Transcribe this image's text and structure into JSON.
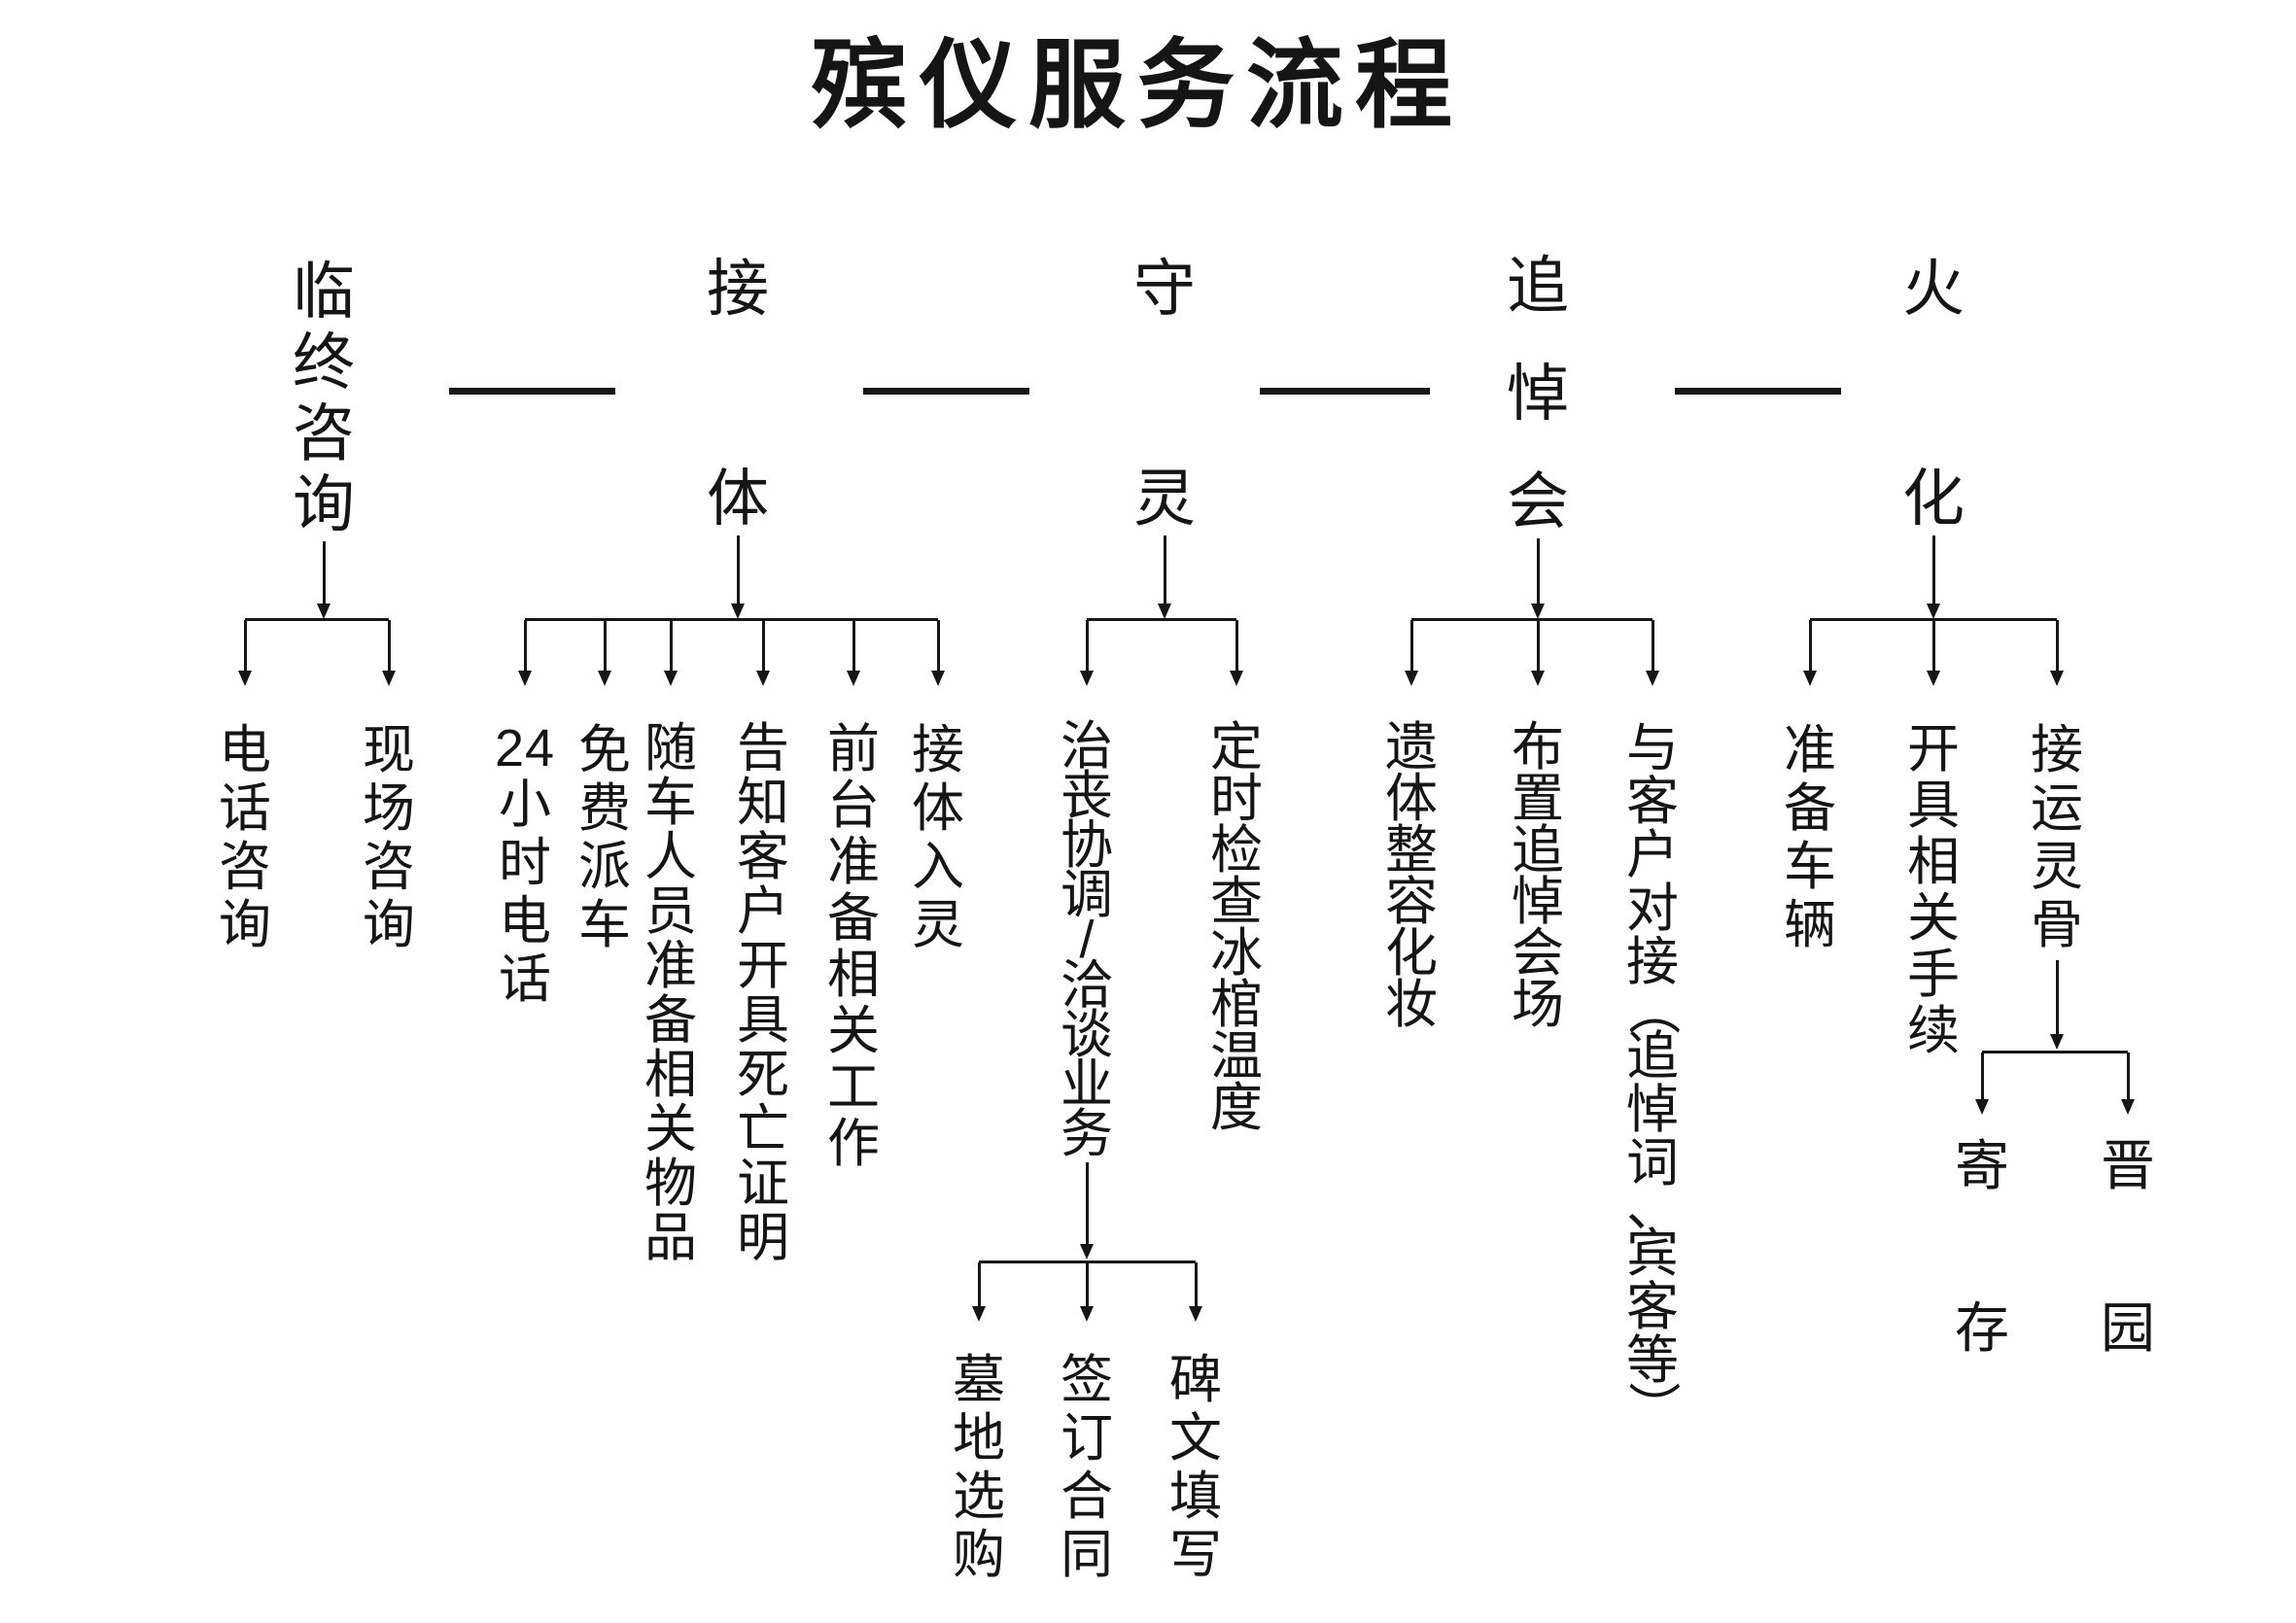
{
  "title": "殡仪服务流程",
  "colors": {
    "ink": "#161616",
    "background": "#ffffff"
  },
  "stages": [
    {
      "label": "临终咨询",
      "children": [
        {
          "label": "电话咨询"
        },
        {
          "label": "现场咨询"
        }
      ]
    },
    {
      "label": "接体",
      "children": [
        {
          "label": "24小时电话"
        },
        {
          "label": "免费派车"
        },
        {
          "label": "随车人员准备相关物品"
        },
        {
          "label": "告知客户开具死亡证明"
        },
        {
          "label": "前台准备相关工作"
        },
        {
          "label": "接体入灵"
        }
      ]
    },
    {
      "label": "守灵",
      "children": [
        {
          "label": "治丧协调/洽谈业务",
          "children": [
            {
              "label": "墓地选购"
            },
            {
              "label": "签订合同"
            },
            {
              "label": "碑文填写"
            }
          ]
        },
        {
          "label": "定时检查冰棺温度"
        }
      ]
    },
    {
      "label": "追悼会",
      "children": [
        {
          "label": "遗体整容化妆"
        },
        {
          "label": "布置追悼会场"
        },
        {
          "label": "与客户对接（追悼词、宾客等）"
        }
      ]
    },
    {
      "label": "火化",
      "children": [
        {
          "label": "准备车辆"
        },
        {
          "label": "开具相关手续"
        },
        {
          "label": "接运灵骨",
          "children": [
            {
              "label": "寄存"
            },
            {
              "label": "晋园"
            }
          ]
        }
      ]
    }
  ]
}
